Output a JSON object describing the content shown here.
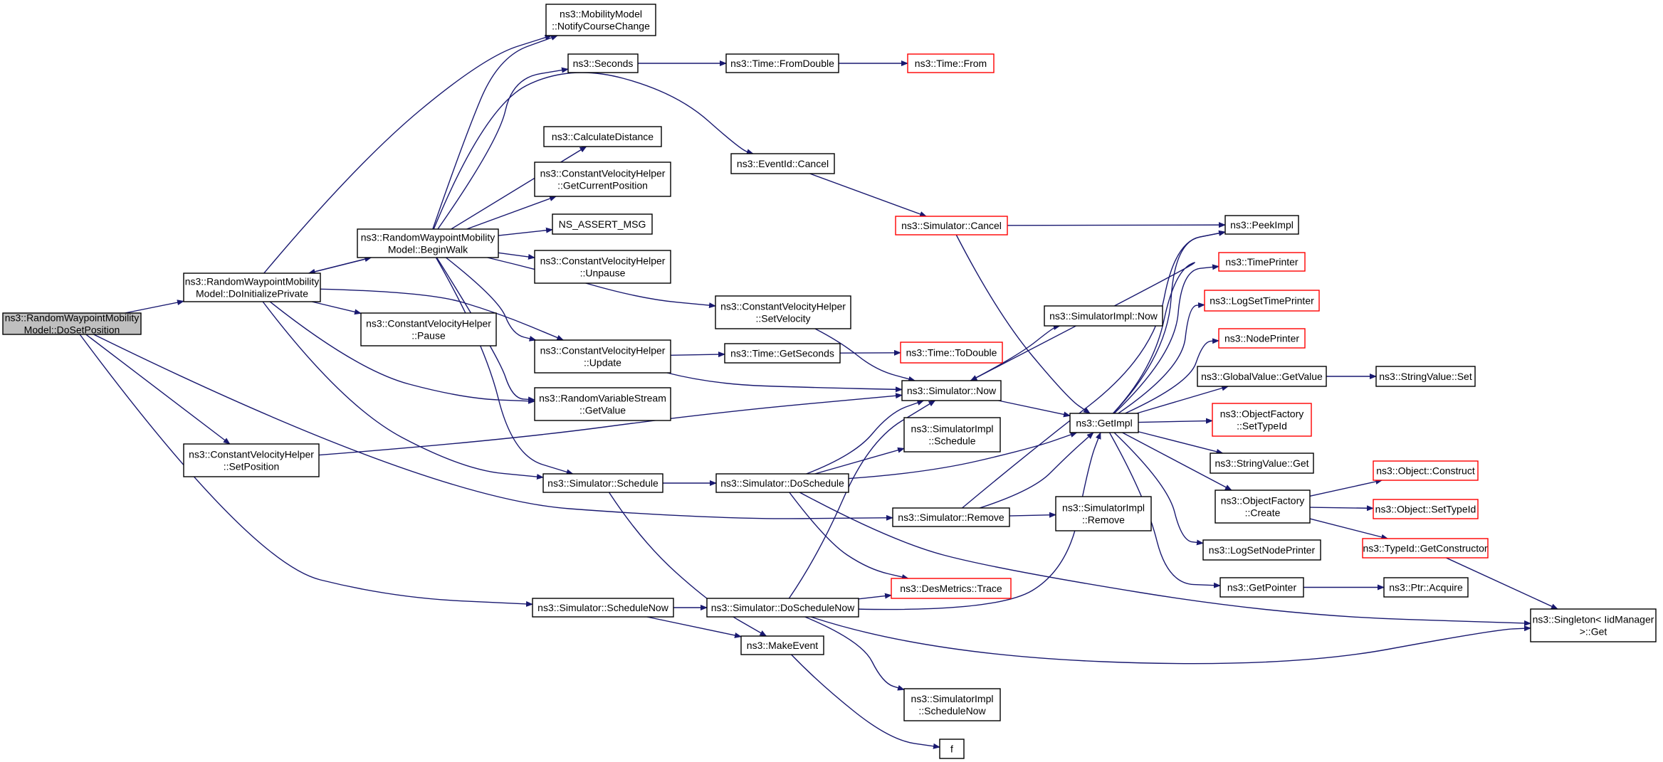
{
  "colors": {
    "edge": "#191970",
    "border": "#000000",
    "incomplete_border": "#ff0000",
    "root_fill": "#bfbfbf"
  },
  "nodes": [
    {
      "id": "doset",
      "lines": [
        "ns3::RandomWaypointMobility",
        "Model::DoSetPosition"
      ],
      "root": true
    },
    {
      "id": "doinit",
      "lines": [
        "ns3::RandomWaypointMobility",
        "Model::DoInitializePrivate"
      ]
    },
    {
      "id": "cvh_setpos",
      "lines": [
        "ns3::ConstantVelocityHelper",
        "::SetPosition"
      ]
    },
    {
      "id": "beginwalk",
      "lines": [
        "ns3::RandomWaypointMobility",
        "Model::BeginWalk"
      ]
    },
    {
      "id": "cvh_pause",
      "lines": [
        "ns3::ConstantVelocityHelper",
        "::Pause"
      ]
    },
    {
      "id": "notify",
      "lines": [
        "ns3::MobilityModel",
        "::NotifyCourseChange"
      ]
    },
    {
      "id": "seconds",
      "lines": [
        "ns3::Seconds"
      ]
    },
    {
      "id": "calcdist",
      "lines": [
        "ns3::CalculateDistance"
      ]
    },
    {
      "id": "cvh_getcur",
      "lines": [
        "ns3::ConstantVelocityHelper",
        "::GetCurrentPosition"
      ]
    },
    {
      "id": "assert",
      "lines": [
        "NS_ASSERT_MSG"
      ]
    },
    {
      "id": "cvh_unpause",
      "lines": [
        "ns3::ConstantVelocityHelper",
        "::Unpause"
      ]
    },
    {
      "id": "cvh_update",
      "lines": [
        "ns3::ConstantVelocityHelper",
        "::Update"
      ]
    },
    {
      "id": "rvs_get",
      "lines": [
        "ns3::RandomVariableStream",
        "::GetValue"
      ]
    },
    {
      "id": "sim_sched",
      "lines": [
        "ns3::Simulator::Schedule"
      ]
    },
    {
      "id": "sim_schednow",
      "lines": [
        "ns3::Simulator::ScheduleNow"
      ]
    },
    {
      "id": "time_fromdouble",
      "lines": [
        "ns3::Time::FromDouble"
      ]
    },
    {
      "id": "time_from",
      "lines": [
        "ns3::Time::From"
      ],
      "incomplete": true
    },
    {
      "id": "eventid_cancel",
      "lines": [
        "ns3::EventId::Cancel"
      ]
    },
    {
      "id": "cvh_setvel",
      "lines": [
        "ns3::ConstantVelocityHelper",
        "::SetVelocity"
      ]
    },
    {
      "id": "time_getsec",
      "lines": [
        "ns3::Time::GetSeconds"
      ]
    },
    {
      "id": "time_todouble",
      "lines": [
        "ns3::Time::ToDouble"
      ],
      "incomplete": true
    },
    {
      "id": "sim_cancel",
      "lines": [
        "ns3::Simulator::Cancel"
      ],
      "incomplete": true
    },
    {
      "id": "simimpl_now",
      "lines": [
        "ns3::SimulatorImpl::Now"
      ]
    },
    {
      "id": "sim_now",
      "lines": [
        "ns3::Simulator::Now"
      ]
    },
    {
      "id": "simimpl_sched",
      "lines": [
        "ns3::SimulatorImpl",
        "::Schedule"
      ]
    },
    {
      "id": "sim_dosched",
      "lines": [
        "ns3::Simulator::DoSchedule"
      ]
    },
    {
      "id": "sim_remove",
      "lines": [
        "ns3::Simulator::Remove"
      ]
    },
    {
      "id": "simimpl_remove",
      "lines": [
        "ns3::SimulatorImpl",
        "::Remove"
      ]
    },
    {
      "id": "sim_doschednow",
      "lines": [
        "ns3::Simulator::DoScheduleNow"
      ]
    },
    {
      "id": "desmetrics",
      "lines": [
        "ns3::DesMetrics::Trace"
      ],
      "incomplete": true
    },
    {
      "id": "makeevent",
      "lines": [
        "ns3::MakeEvent"
      ]
    },
    {
      "id": "simimpl_schednow",
      "lines": [
        "ns3::SimulatorImpl",
        "::ScheduleNow"
      ]
    },
    {
      "id": "f",
      "lines": [
        "f"
      ]
    },
    {
      "id": "getimpl",
      "lines": [
        "ns3::GetImpl"
      ]
    },
    {
      "id": "peekimpl",
      "lines": [
        "ns3::PeekImpl"
      ]
    },
    {
      "id": "timeprinter",
      "lines": [
        "ns3::TimePrinter"
      ],
      "incomplete": true
    },
    {
      "id": "logsettime",
      "lines": [
        "ns3::LogSetTimePrinter"
      ],
      "incomplete": true
    },
    {
      "id": "nodeprinter",
      "lines": [
        "ns3::NodePrinter"
      ],
      "incomplete": true
    },
    {
      "id": "gv_getvalue",
      "lines": [
        "ns3::GlobalValue::GetValue"
      ]
    },
    {
      "id": "sv_set",
      "lines": [
        "ns3::StringValue::Set"
      ]
    },
    {
      "id": "of_settypeid",
      "lines": [
        "ns3::ObjectFactory",
        "::SetTypeId"
      ],
      "incomplete": true
    },
    {
      "id": "sv_get",
      "lines": [
        "ns3::StringValue::Get"
      ]
    },
    {
      "id": "of_create",
      "lines": [
        "ns3::ObjectFactory",
        "::Create"
      ]
    },
    {
      "id": "obj_construct",
      "lines": [
        "ns3::Object::Construct"
      ],
      "incomplete": true
    },
    {
      "id": "obj_settypeid",
      "lines": [
        "ns3::Object::SetTypeId"
      ],
      "incomplete": true
    },
    {
      "id": "typeid_getctor",
      "lines": [
        "ns3::TypeId::GetConstructor"
      ],
      "incomplete": true
    },
    {
      "id": "logsetnode",
      "lines": [
        "ns3::LogSetNodePrinter"
      ]
    },
    {
      "id": "getpointer",
      "lines": [
        "ns3::GetPointer"
      ]
    },
    {
      "id": "ptr_acquire",
      "lines": [
        "ns3::Ptr::Acquire"
      ]
    },
    {
      "id": "singleton_get",
      "lines": [
        "ns3::Singleton< IidManager",
        ">::Get"
      ]
    }
  ]
}
